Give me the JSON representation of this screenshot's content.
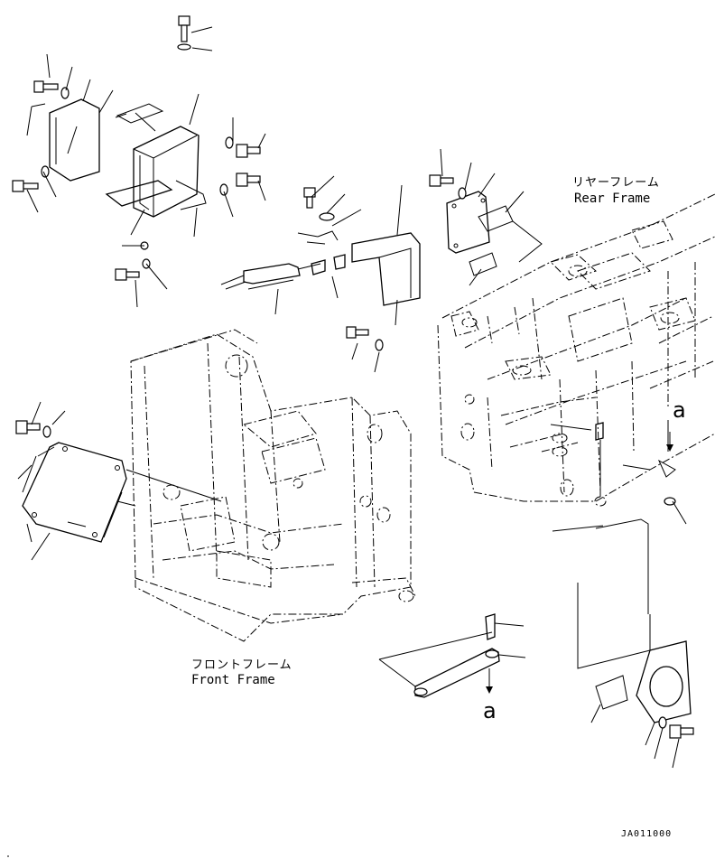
{
  "labels": {
    "rear_frame_jp": "リヤーフレーム",
    "rear_frame_en": "Rear Frame",
    "front_frame_jp": "フロントフレーム",
    "front_frame_en": "Front Frame",
    "view_mark_upper": "a",
    "view_mark_lower": "a",
    "drawing_code": "JA011000"
  },
  "colors": {
    "line": "#000000",
    "background": "#ffffff"
  }
}
